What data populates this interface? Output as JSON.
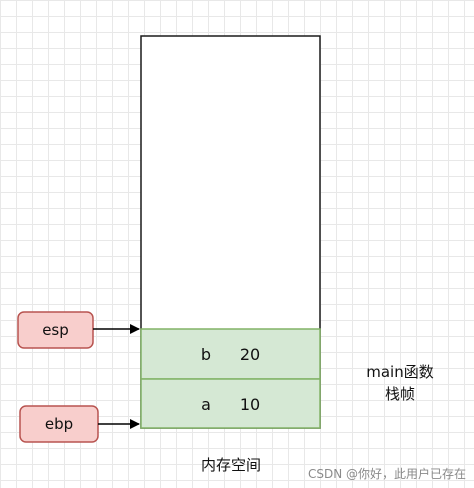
{
  "colors": {
    "frame_border": "#1a1a1a",
    "cell_fill": "#d5e8d4",
    "cell_border": "#82b366",
    "register_fill": "#f8cecc",
    "register_border": "#b85450",
    "arrow": "#000000",
    "watermark": "#8a8a8a"
  },
  "stack_cells": [
    {
      "name": "b",
      "value": "20"
    },
    {
      "name": "a",
      "value": "10"
    }
  ],
  "registers": {
    "esp": {
      "label": "esp"
    },
    "ebp": {
      "label": "ebp"
    }
  },
  "frame_label": {
    "line1": "main函数",
    "line2": "栈帧"
  },
  "memory_label": "内存空间",
  "watermark": "CSDN @你好，此用户已存在"
}
